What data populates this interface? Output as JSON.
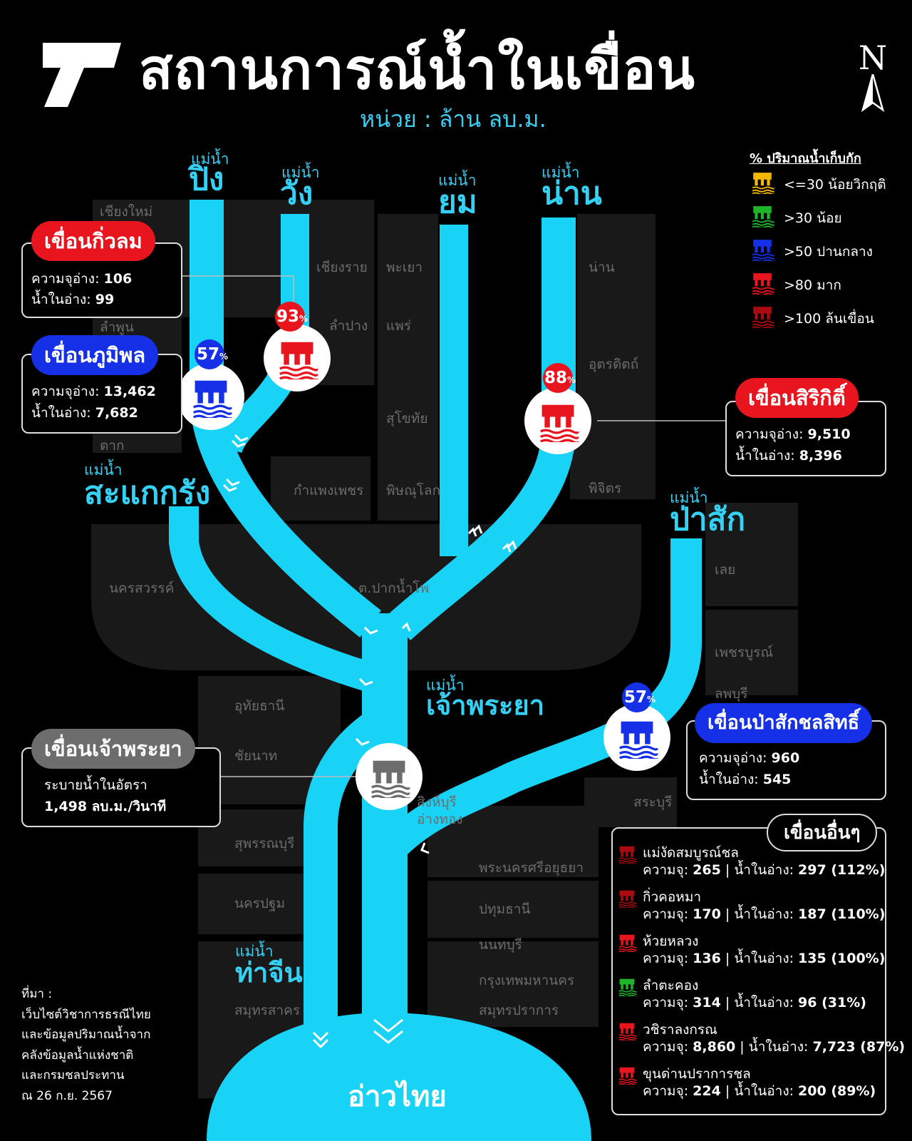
{
  "title": "สถานการณ์น้ำในเขื่อน",
  "unit": "หน่วย : ล้าน ลบ.ม.",
  "north": "N",
  "provinces": [
    "เชียงใหม่",
    "เชียงราย",
    "พะเยา",
    "น่าน",
    "ลำพูน",
    "ลำปาง",
    "แพร่",
    "อุตรดิตถ์",
    "สุโขทัย",
    "ตาก",
    "กำแพงเพชร",
    "พิษณุโลก",
    "พิจิตร",
    "นครสวรรค์",
    "ต.ปากน้ำโพ",
    "เลย",
    "เพชรบูรณ์",
    "ลพบุรี",
    "อุทัยธานี",
    "ชัยนาท",
    "สิงห์บุรี",
    "อ่างทอง",
    "สระบุรี",
    "สุพรรณบุรี",
    "พระนครศรีอยุธยา",
    "นครปฐม",
    "ปทุมธานี",
    "นนทบุรี",
    "กรุงเทพมหานคร",
    "สมุทรสาคร",
    "สมุทรปราการ"
  ],
  "rivers": {
    "prefix": "แม่น้ำ",
    "ping": "ปิง",
    "wang": "วัง",
    "yom": "ยม",
    "nan": "น่าน",
    "sakae": "สะแกกรัง",
    "pasak": "ป่าสัก",
    "chao": "เจ้าพระยา",
    "thachin": "ท่าจีน"
  },
  "gulf": "อ่าวไทย",
  "dams": {
    "kiwlom": {
      "name": "เขื่อนกิ่วลม",
      "cap_label": "ความจุอ่าง:",
      "cap": "106",
      "water_label": "น้ำในอ่าง:",
      "water": "99",
      "pct": "93",
      "color": "#e8141e"
    },
    "bhumibol": {
      "name": "เขื่อนภูมิพล",
      "cap_label": "ความจุอ่าง:",
      "cap": "13,462",
      "water_label": "น้ำในอ่าง:",
      "water": "7,682",
      "pct": "57",
      "color": "#1530e6"
    },
    "sirikit": {
      "name": "เขื่อนสิริกิติ์",
      "cap_label": "ความจุอ่าง:",
      "cap": "9,510",
      "water_label": "น้ำในอ่าง:",
      "water": "8,396",
      "pct": "88",
      "color": "#e8141e"
    },
    "pasak": {
      "name": "เขื่อนป่าสักชลสิทธิ์",
      "cap_label": "ความจุอ่าง:",
      "cap": "960",
      "water_label": "น้ำในอ่าง:",
      "water": "545",
      "pct": "57",
      "color": "#1530e6"
    },
    "chao": {
      "name": "เขื่อนเจ้าพระยา",
      "line1": "ระบายน้ำในอัตรา",
      "line2": "1,498 ลบ.ม./วินาที",
      "color": "#6d6d6d"
    }
  },
  "pct_sign": "%",
  "legend": {
    "title": "% ปริมาณน้ำเก็บกัก",
    "items": [
      {
        "label": "<=30 น้อยวิกฤติ",
        "color": "#f5b800"
      },
      {
        "label": ">30 น้อย",
        "color": "#1fb52a"
      },
      {
        "label": ">50 ปานกลาง",
        "color": "#1530e6"
      },
      {
        "label": ">80 มาก",
        "color": "#e8141e"
      },
      {
        "label": ">100 ล้นเขื่อน",
        "color": "#a80b10"
      }
    ]
  },
  "other_dams": {
    "title": "เขื่อนอื่นๆ",
    "cap_label": "ความจุ:",
    "water_label": "น้ำในอ่าง:",
    "items": [
      {
        "name": "แม่งัดสมบูรณ์ชล",
        "cap": "265",
        "water": "297 (112%)",
        "color": "#a80b10"
      },
      {
        "name": "กิ่วคอหมา",
        "cap": "170",
        "water": "187 (110%)",
        "color": "#a80b10"
      },
      {
        "name": "ห้วยหลวง",
        "cap": "136",
        "water": "135 (100%)",
        "color": "#e8141e"
      },
      {
        "name": "ลำตะคอง",
        "cap": "314",
        "water": "96 (31%)",
        "color": "#1fb52a"
      },
      {
        "name": "วชิราลงกรณ",
        "cap": "8,860",
        "water": "7,723 (87%)",
        "color": "#e8141e"
      },
      {
        "name": "ขุนด่านปราการชล",
        "cap": "224",
        "water": "200 (89%)",
        "color": "#e8141e"
      }
    ]
  },
  "source": [
    "ที่มา :",
    "เว็บไซต์วิชาการธรณีไทย",
    "และข้อมูลปริมาณน้ำจาก",
    "คลังข้อมูลน้ำแห่งชาติ",
    "และกรมชลประทาน",
    "ณ 26 ก.ย. 2567"
  ]
}
